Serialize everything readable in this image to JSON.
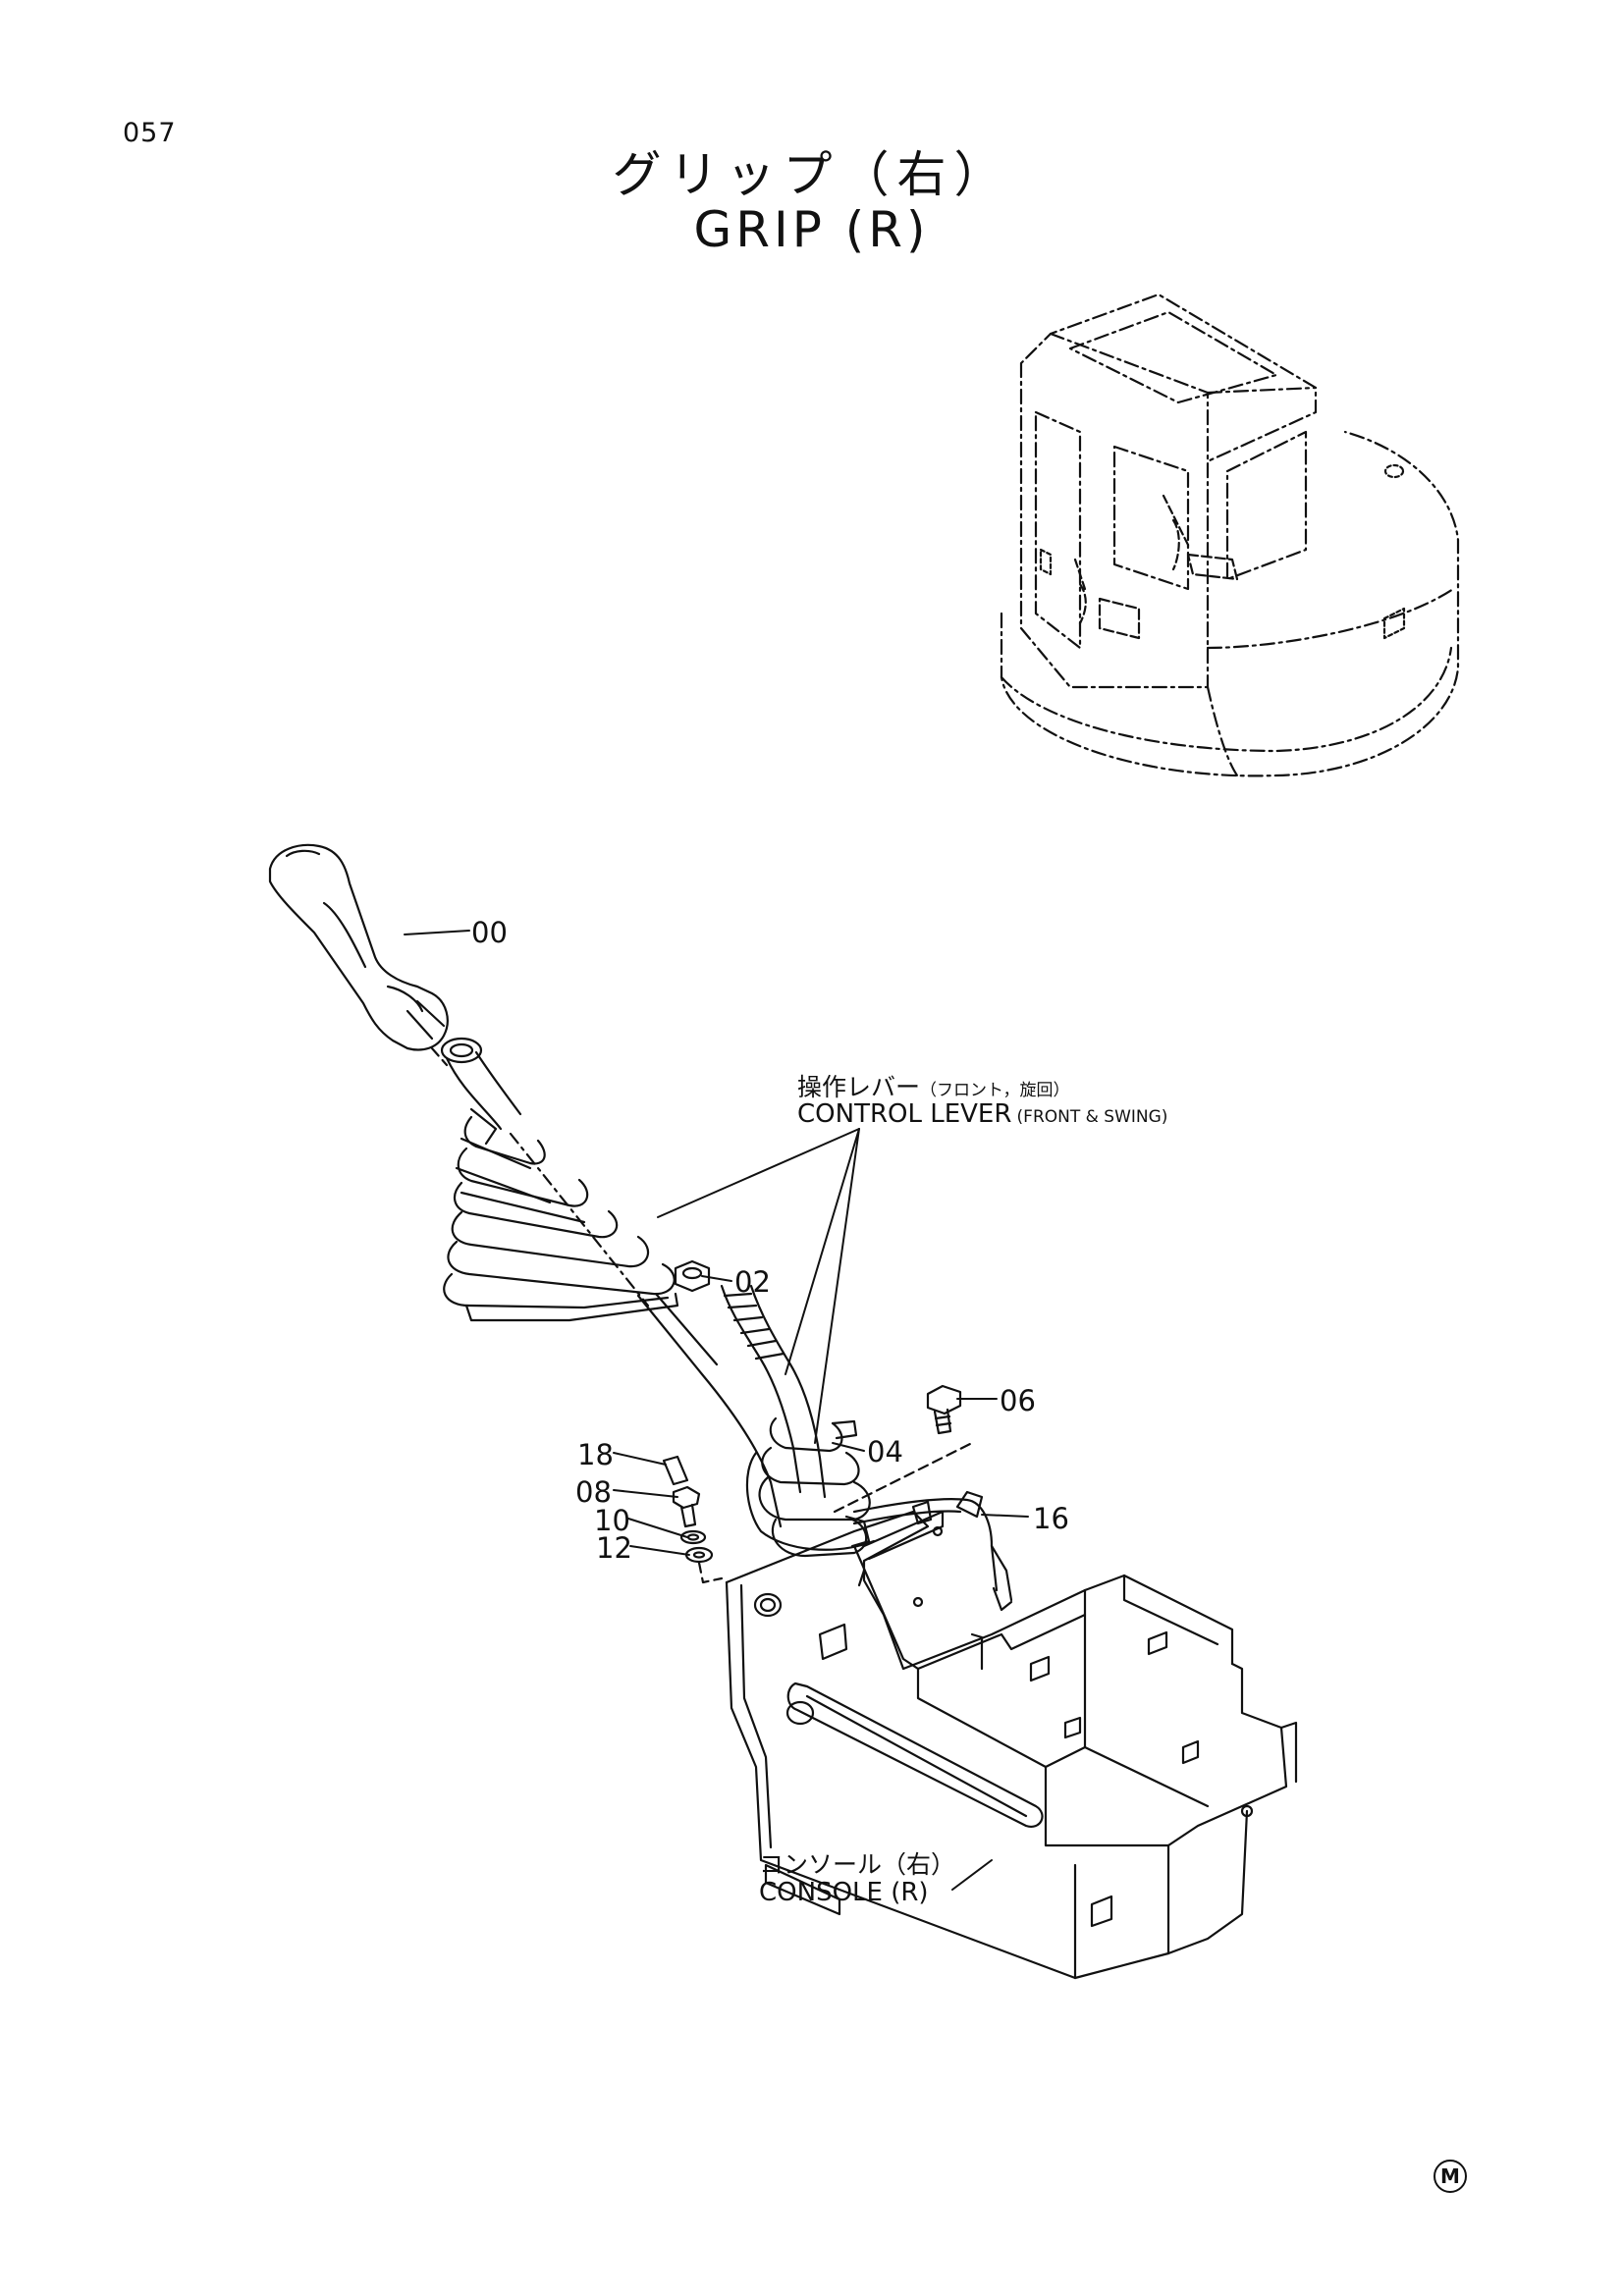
{
  "page": {
    "number": "057"
  },
  "title": {
    "jp": "グリップ（右）",
    "en": "GRIP (R)"
  },
  "callouts": [
    {
      "id": "00",
      "label": "00"
    },
    {
      "id": "02",
      "label": "02"
    },
    {
      "id": "04",
      "label": "04"
    },
    {
      "id": "06",
      "label": "06"
    },
    {
      "id": "08",
      "label": "08"
    },
    {
      "id": "10",
      "label": "10"
    },
    {
      "id": "12",
      "label": "12"
    },
    {
      "id": "16",
      "label": "16"
    },
    {
      "id": "18",
      "label": "18"
    }
  ],
  "labels": {
    "control_lever": {
      "jp": "操作レバー",
      "jp_sub": "（フロント，旋回）",
      "en": "CONTROL LEVER",
      "en_sub": "(FRONT & SWING)"
    },
    "console": {
      "jp": "コンソール（右）",
      "en": "CONSOLE (R)"
    }
  },
  "marker": "M"
}
